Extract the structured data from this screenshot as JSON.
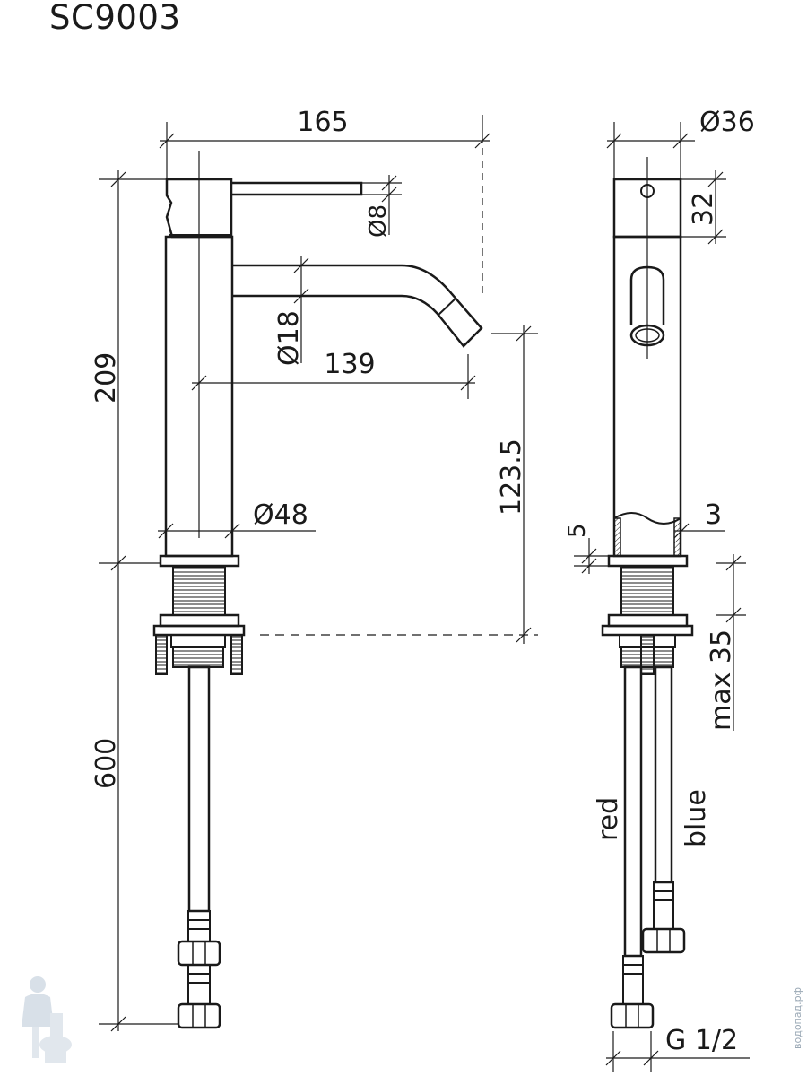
{
  "title": "SC9003",
  "dimensions": {
    "overall_depth": "165",
    "lever_diameter": "Ø8",
    "spout_diameter": "Ø18",
    "spout_reach": "139",
    "body_height": "209",
    "body_diameter": "Ø48",
    "spout_height": "123.5",
    "hose_length": "600",
    "side_diameter": "Ø36",
    "handle_height": "32",
    "wall_5": "5",
    "wall_3": "3",
    "max_thickness": "max 35",
    "connection": "G 1/2"
  },
  "hoses": {
    "hot_label": "red",
    "cold_label": "blue"
  },
  "watermark": "водопад.рф"
}
